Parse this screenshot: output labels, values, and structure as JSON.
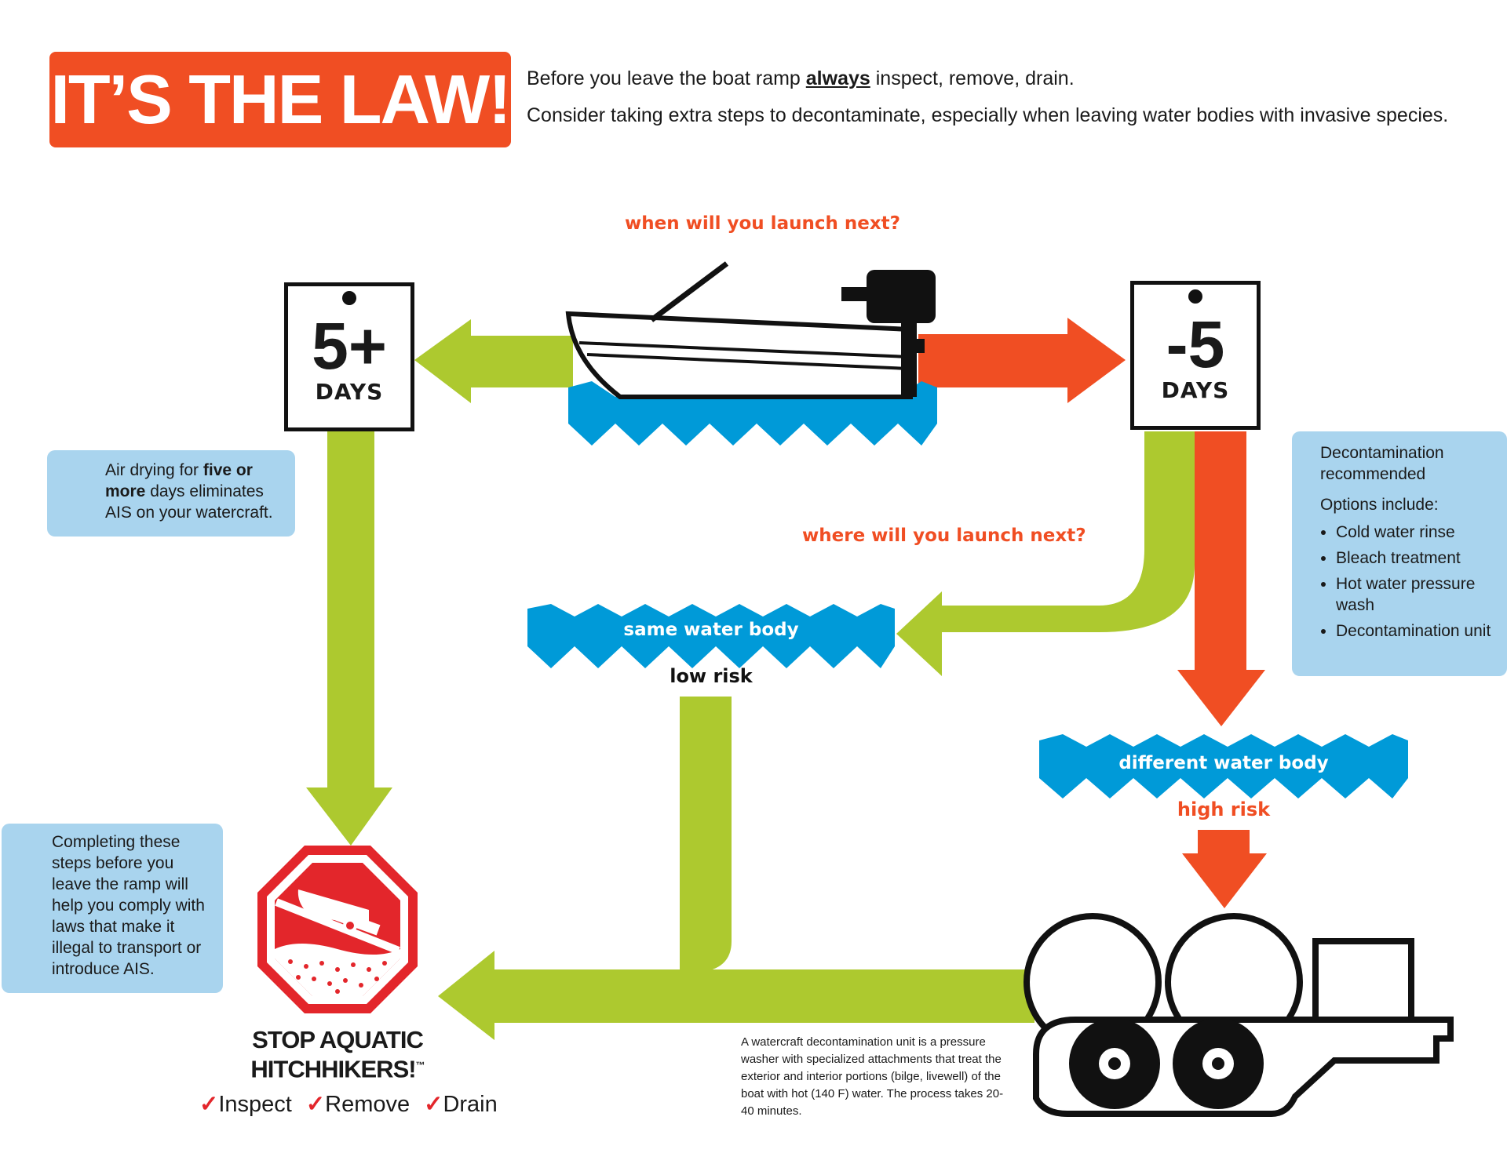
{
  "header": {
    "title": "IT’S THE LAW!",
    "line1_before": "Before you leave the boat ramp ",
    "line1_emphasis": "always",
    "line1_after": " inspect, remove, drain.",
    "line2": "Consider taking extra steps to decontaminate, especially when leaving water bodies with invasive species."
  },
  "questions": {
    "when": "when will you launch next?",
    "where": "where will you launch next?"
  },
  "calendars": {
    "left": {
      "number": "5+",
      "label": "DAYS"
    },
    "right": {
      "number": "-5",
      "label": "DAYS"
    }
  },
  "air_drying_box": {
    "before": "Air drying for ",
    "emphasis": "five or more",
    "after": " days eliminates AIS on your watercraft."
  },
  "decon_box": {
    "heading": "Decontamination recommended",
    "options_heading": "Options include:",
    "options": [
      "Cold water rinse",
      "Bleach treatment",
      "Hot water pressure wash",
      "Decontamination unit"
    ]
  },
  "same_water": {
    "label": "same water body",
    "risk": "low risk"
  },
  "different_water": {
    "label": "different water body",
    "risk": "high risk"
  },
  "comply_box": {
    "text": "Completing these steps before you leave the ramp will help you comply with laws that make it illegal to transport or introduce AIS."
  },
  "stop_sign": {
    "line1": "STOP AQUATIC",
    "line2": "HITCHHIKERS!",
    "trademark": "™",
    "actions": [
      "Inspect",
      "Remove",
      "Drain"
    ]
  },
  "decon_note": {
    "text": "A watercraft decontamination unit is a pressure washer with specialized attachments that treat the exterior and interior portions (bilge, livewell) of the boat with hot (140 F) water. The process takes 20-40 minutes."
  },
  "colors": {
    "orange": "#f04e23",
    "green": "#adc92f",
    "blue": "#009ad8",
    "light_blue": "#a9d4ee",
    "stop_red": "#e3262b"
  }
}
